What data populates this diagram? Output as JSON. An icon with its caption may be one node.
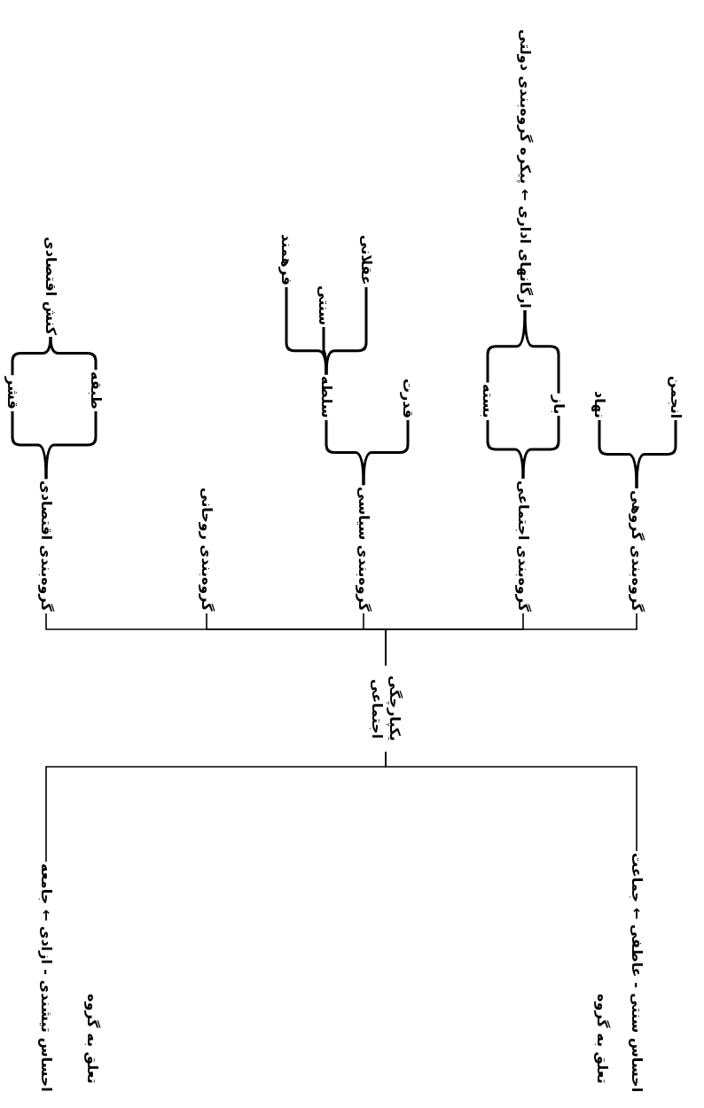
{
  "diagram": {
    "nodes": [
      {
        "text": [
          "یکپارچگی اجتماعی"
        ]
      },
      {
        "text": [
          "گروه‌بندی گروهی"
        ]
      },
      {
        "text": [
          "انجمن"
        ]
      },
      {
        "text": [
          "نهاد"
        ]
      },
      {
        "text": [
          "گروه‌بندی اجتماعی"
        ]
      },
      {
        "text": [
          "باز"
        ]
      },
      {
        "text": [
          "بسته"
        ]
      },
      {
        "text": [
          "ارگانهای اداری ← پیکره گروه‌بندی دولتی"
        ]
      },
      {
        "text": [
          "گروه‌بندی سیاسی"
        ]
      },
      {
        "text": [
          "قدرت"
        ]
      },
      {
        "text": [
          "سلطه"
        ]
      },
      {
        "text": [
          "عقلانی"
        ]
      },
      {
        "text": [
          "سنتی"
        ]
      },
      {
        "text": [
          "فرهمند"
        ]
      },
      {
        "text": [
          "گروه‌بندی روحانی"
        ]
      },
      {
        "text": [
          "گروه‌بندی اقتصادی"
        ]
      },
      {
        "text": [
          "طبقه"
        ]
      },
      {
        "text": [
          "قشر"
        ]
      },
      {
        "text": [
          "کنش اقتصادی"
        ]
      },
      {
        "text": [
          "احساس سنتی - عاطفی ← جماعت"
        ],
        "beside": [
          "تعلق به گروه"
        ]
      },
      {
        "text": [
          "احساس تیشندی - ازادی ← جامعه"
        ],
        "beside": [
          "تعلق به گروه"
        ]
      }
    ],
    "edges": [
      {
        "from": 0,
        "to": 1,
        "arrow": "none"
      },
      {
        "from": 0,
        "to": 4,
        "arrow": "none"
      },
      {
        "from": 0,
        "to": 8,
        "arrow": "none"
      },
      {
        "from": 0,
        "to": 14,
        "arrow": "none"
      },
      {
        "from": 0,
        "to": 15,
        "arrow": "none"
      },
      {
        "from": 0,
        "to": 19,
        "arrow": "none"
      },
      {
        "from": 0,
        "to": 20,
        "arrow": "none"
      },
      {
        "from": 1,
        "to": 2,
        "arrow": "none"
      },
      {
        "from": 1,
        "to": 3,
        "arrow": "none"
      },
      {
        "from": 4,
        "to": 5,
        "arrow": "none"
      },
      {
        "from": 4,
        "to": 6,
        "arrow": "none"
      },
      {
        "from": 5,
        "to": 7,
        "arrow": "none"
      },
      {
        "from": 6,
        "to": 7,
        "arrow": "none"
      },
      {
        "from": 8,
        "to": 9,
        "arrow": "none"
      },
      {
        "from": 8,
        "to": 10,
        "arrow": "none"
      },
      {
        "from": 10,
        "to": 11,
        "arrow": "none"
      },
      {
        "from": 10,
        "to": 12,
        "arrow": "none"
      },
      {
        "from": 10,
        "to": 13,
        "arrow": "none"
      },
      {
        "from": 15,
        "to": 16,
        "arrow": "none"
      },
      {
        "from": 15,
        "to": 17,
        "arrow": "none"
      },
      {
        "from": 16,
        "to": 18,
        "arrow": "none"
      },
      {
        "from": 17,
        "to": 18,
        "arrow": "none"
      }
    ]
  }
}
